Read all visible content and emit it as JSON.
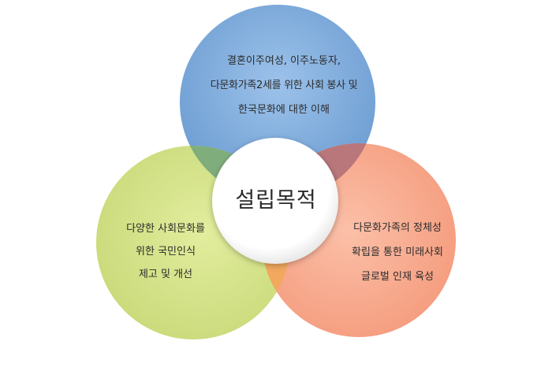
{
  "center": {
    "label": "설립목적"
  },
  "circles": [
    {
      "id": "top",
      "color": "#6f9fd4",
      "lines": [
        "결혼이주여성, 이주노동자,",
        "다문화가족2세를 위한 사회 봉사 및",
        "한국문화에 대한 이해"
      ]
    },
    {
      "id": "left",
      "color": "#cfdf85",
      "lines": [
        "다양한 사회문화를",
        "위한 국민인식",
        "제고 및 개선"
      ]
    },
    {
      "id": "right",
      "color": "#f7a98c",
      "lines": [
        "다문화가족의 정체성",
        "확립을 통한 미래사회",
        "글로벌 인재 육성"
      ]
    }
  ]
}
